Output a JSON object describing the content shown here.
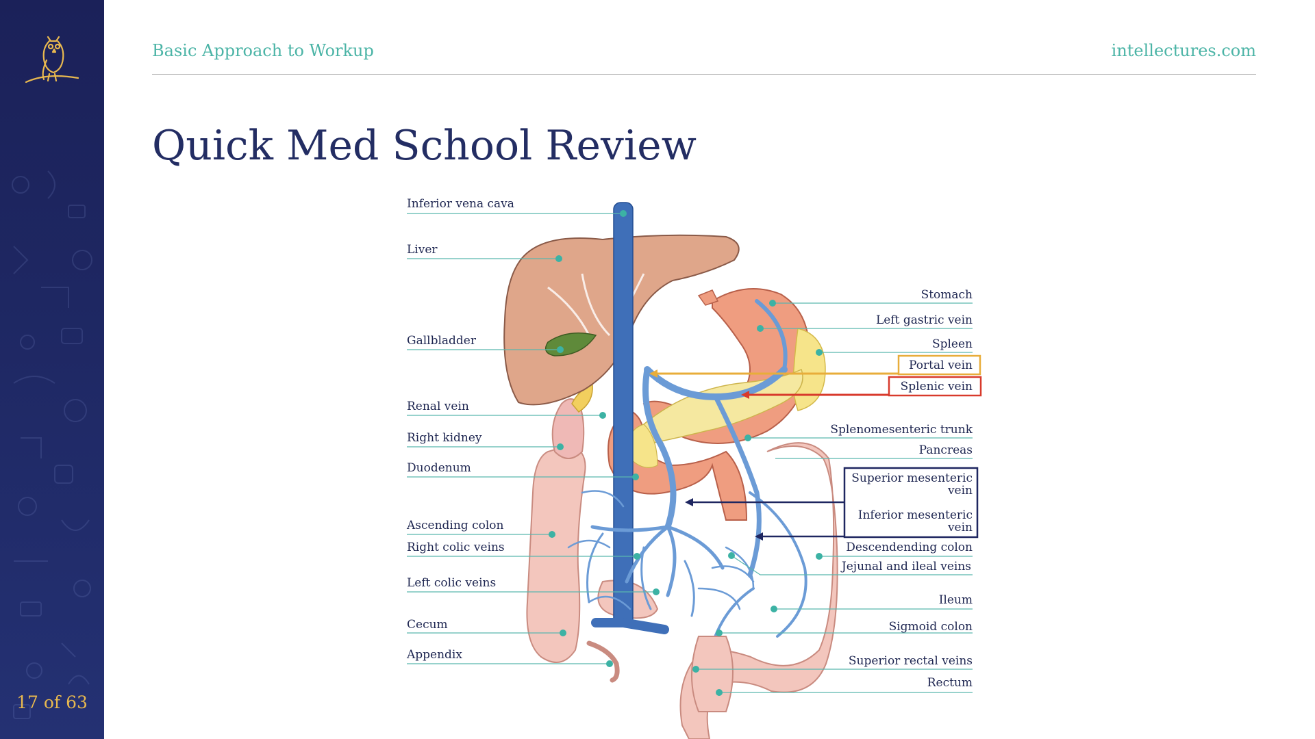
{
  "sidebar": {
    "logo_icon": "owl-logo-icon",
    "page_counter": "17 of 63",
    "background": "#1e2762",
    "accent": "#e9b94f"
  },
  "header": {
    "section": "Basic Approach to Workup",
    "site": "intellectures.com",
    "color": "#4bb4a6"
  },
  "title": "Quick Med School Review",
  "diagram": {
    "left_labels": {
      "inferior_vena_cava": "Inferior vena cava",
      "liver": "Liver",
      "gallbladder": "Gallbladder",
      "renal_vein": "Renal vein",
      "right_kidney": "Right kidney",
      "duodenum": "Duodenum",
      "ascending_colon": "Ascending colon",
      "right_colic_veins": "Right colic veins",
      "left_colic_veins": "Left colic veins",
      "cecum": "Cecum",
      "appendix": "Appendix"
    },
    "right_labels": {
      "stomach": "Stomach",
      "left_gastric_vein": "Left gastric vein",
      "spleen": "Spleen",
      "portal_vein": "Portal vein",
      "splenic_vein": "Splenic vein",
      "splenomesenteric_trunk": "Splenomesenteric trunk",
      "pancreas": "Pancreas",
      "superior_mesenteric_line1": "Superior mesenteric",
      "superior_mesenteric_line2": "vein",
      "inferior_mesenteric_line1": "Inferior mesenteric",
      "inferior_mesenteric_line2": "vein",
      "descending_colon": "Descendending colon",
      "jejunal_ileal_veins": "Jejunal and ileal veins",
      "ileum": "Ileum",
      "sigmoid_colon": "Sigmoid colon",
      "superior_rectal_veins": "Superior rectal veins",
      "rectum": "Rectum"
    },
    "highlight_colors": {
      "portal_vein": "#e8ad3a",
      "splenic_vein": "#d83a2c",
      "mesenteric": "#1e2660"
    }
  }
}
